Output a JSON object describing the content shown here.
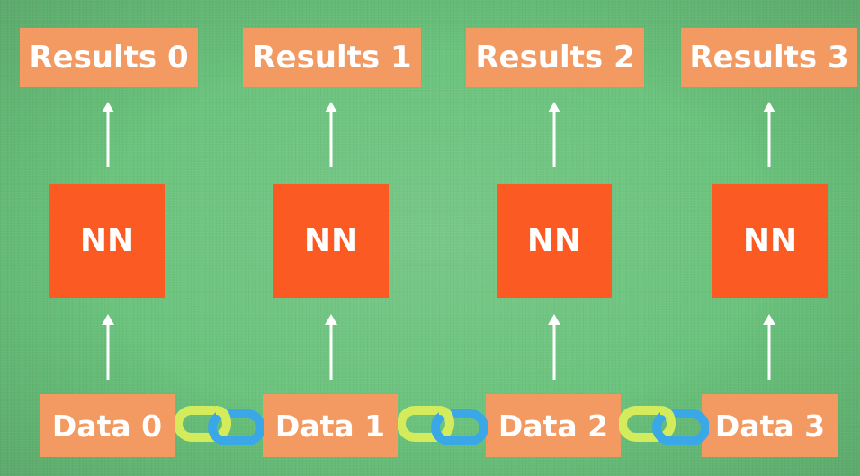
{
  "columns": [
    {
      "result": "Results 0",
      "nn": "NN",
      "data": "Data 0"
    },
    {
      "result": "Results 1",
      "nn": "NN",
      "data": "Data 1"
    },
    {
      "result": "Results 2",
      "nn": "NN",
      "data": "Data 2"
    },
    {
      "result": "Results 3",
      "nn": "NN",
      "data": "Data 3"
    }
  ],
  "links": [
    {
      "from": "Data 0",
      "to": "Data 1",
      "icon": "chain-link-icon"
    },
    {
      "from": "Data 1",
      "to": "Data 2",
      "icon": "chain-link-icon"
    },
    {
      "from": "Data 2",
      "to": "Data 3",
      "icon": "chain-link-icon"
    }
  ],
  "colors": {
    "background": "#69c27b",
    "result_box": "#f39a62",
    "data_box": "#f39a62",
    "nn_box": "#fb5a22",
    "text": "#ffffff",
    "arrow": "#ffffff",
    "chain_yellow": "#d4ec5c",
    "chain_blue": "#3aa7e6"
  }
}
